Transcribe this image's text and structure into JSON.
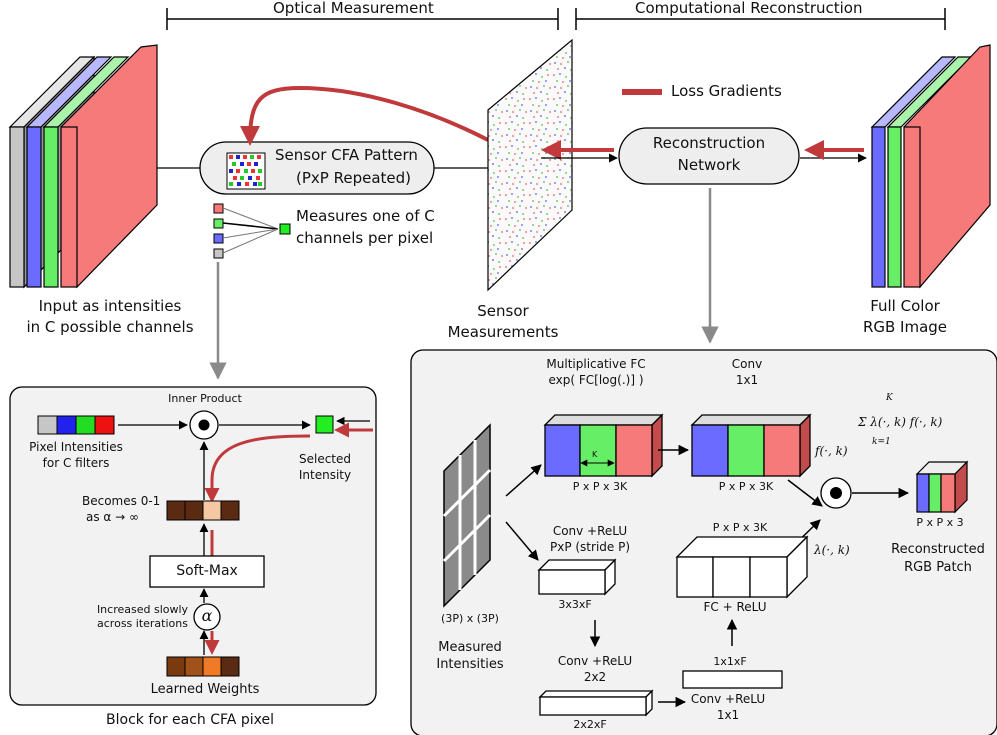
{
  "header": {
    "optical": "Optical Measurement",
    "computational": "Computational Reconstruction"
  },
  "legend": {
    "loss": "Loss Gradients"
  },
  "top": {
    "input_label_1": "Input as intensities",
    "input_label_2": "in C possible channels",
    "cfa_title": "Sensor CFA Pattern",
    "cfa_sub": "(PxP Repeated)",
    "measures_1": "Measures one of C",
    "measures_2": "channels per pixel",
    "sensor_1": "Sensor",
    "sensor_2": "Measurements",
    "recon_1": "Reconstruction",
    "recon_2": "Network",
    "full_1": "Full Color",
    "full_2": "RGB Image"
  },
  "block": {
    "inner_product": "Inner Product",
    "pixel_int_1": "Pixel Intensities",
    "pixel_int_2": "for C filters",
    "selected_1": "Selected",
    "selected_2": "Intensity",
    "becomes": "Becomes 0-1",
    "as_alpha": "as α → ∞",
    "softmax": "Soft-Max",
    "increased_1": "Increased slowly",
    "increased_2": "across iterations",
    "alpha": "α",
    "learned": "Learned Weights",
    "caption": "Block for each CFA pixel"
  },
  "network": {
    "multfc_1": "Multiplicative FC",
    "multfc_2": "exp( FC[log(.)] )",
    "k": "K",
    "pp3k_a": "P x P x 3K",
    "conv_1": "Conv",
    "conv_2": "1x1",
    "pp3k_b": "P x P x 3K",
    "f": "f(·, k)",
    "sum": "Σ λ(·, k) f(·, k)",
    "sum_top": "K",
    "sum_bot": "k=1",
    "grid_label": "(3P) x (3P)",
    "measured_1": "Measured",
    "measured_2": "Intensities",
    "convrelu_1": "Conv +ReLU",
    "convrelu_2": "PxP (stride P)",
    "b3": "3x3xF",
    "conv2_1": "Conv +ReLU",
    "conv2_2": "2x2",
    "b2": "2x2xF",
    "conv3_1": "Conv +ReLU",
    "conv3_2": "1x1",
    "b1": "1x1xF",
    "fc_relu": "FC + ReLU",
    "pp3k_c": "P x P x 3K",
    "lambda": "λ(·, k)",
    "pp3": "P x P x 3",
    "recon_1": "Reconstructed",
    "recon_2": "RGB Patch"
  },
  "colors": {
    "red_arrow": "#c0393b",
    "gray_arrow": "#8a8a8a",
    "red_ch": "#f77a7a",
    "green_ch": "#66ee66",
    "blue_ch": "#6b6bff",
    "gray_ch": "#c6c6c6"
  }
}
